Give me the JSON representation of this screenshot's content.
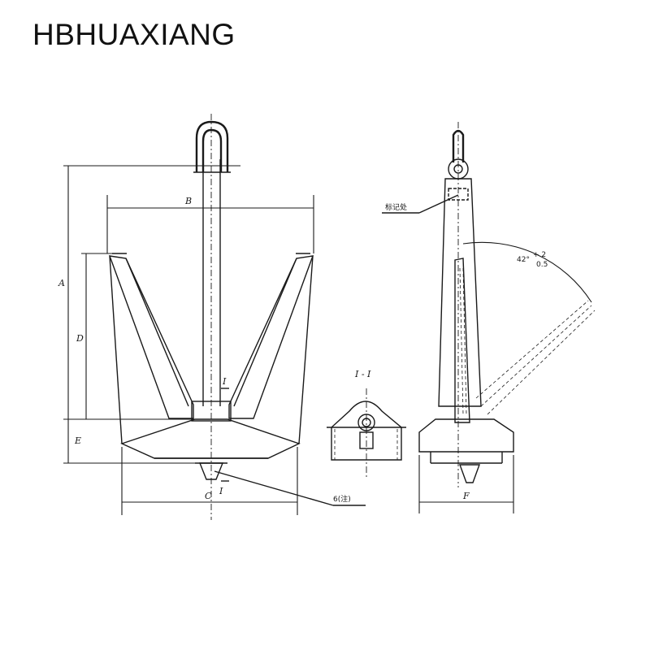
{
  "brand": "HBHUAXIANG",
  "labels": {
    "A": "A",
    "B": "B",
    "C": "C",
    "D": "D",
    "E": "E",
    "F": "F",
    "section_mark": "I",
    "section_title": "I - I",
    "note": "6(注)",
    "mark_location": "标记处",
    "angle": "42°",
    "angle_tol_upper": "+ 2",
    "angle_tol_lower": "0.5"
  },
  "colors": {
    "line": "#1a1a1a",
    "background": "#ffffff",
    "text": "#111111"
  }
}
